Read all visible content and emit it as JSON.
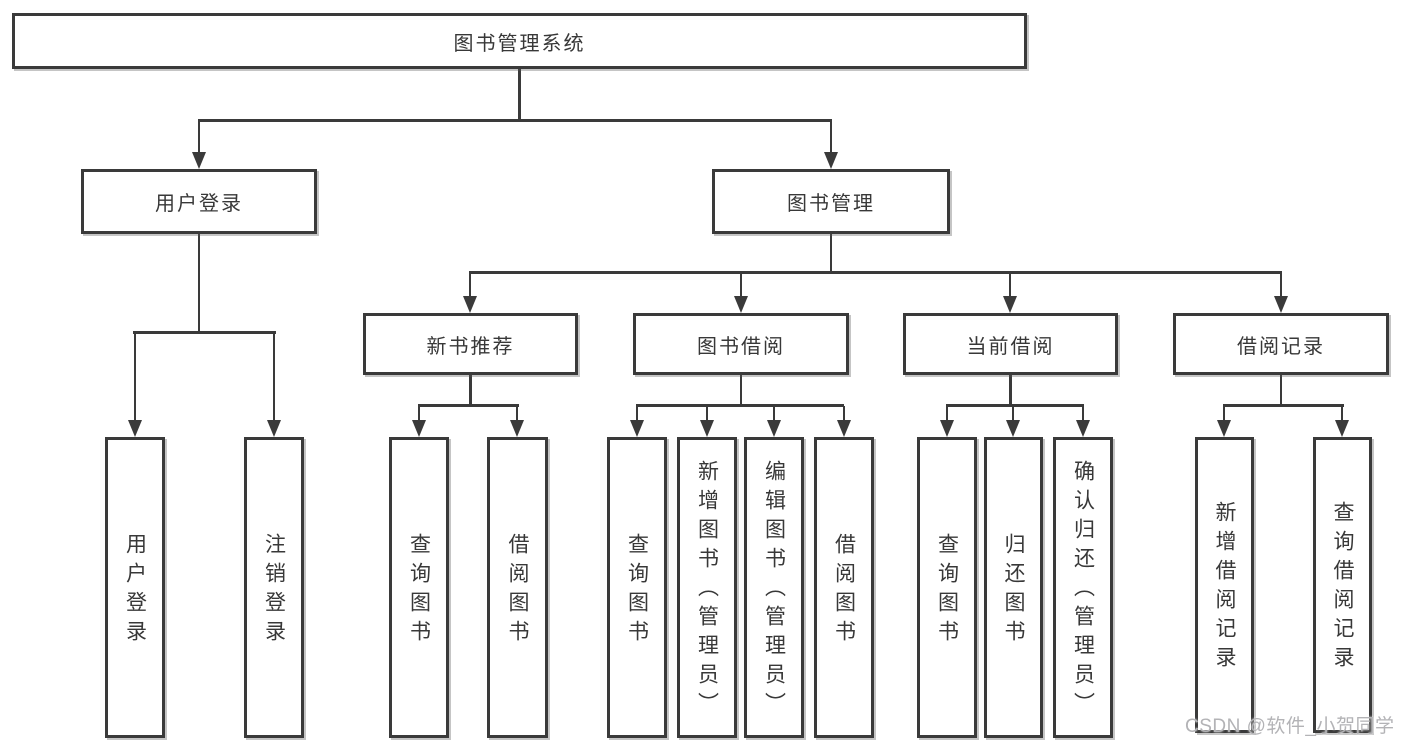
{
  "root": {
    "label": "图书管理系统"
  },
  "user_branch": {
    "label": "用户登录",
    "children": [
      {
        "label": "用户登录"
      },
      {
        "label": "注销登录"
      }
    ]
  },
  "book_branch": {
    "label": "图书管理",
    "sections": [
      {
        "label": "新书推荐",
        "children": [
          {
            "label": "查询图书"
          },
          {
            "label": "借阅图书"
          }
        ]
      },
      {
        "label": "图书借阅",
        "children": [
          {
            "label": "查询图书"
          },
          {
            "label": "新增图书（管理员）"
          },
          {
            "label": "编辑图书（管理员）"
          },
          {
            "label": "借阅图书"
          }
        ]
      },
      {
        "label": "当前借阅",
        "children": [
          {
            "label": "查询图书"
          },
          {
            "label": "归还图书"
          },
          {
            "label": "确认归还（管理员）"
          }
        ]
      },
      {
        "label": "借阅记录",
        "children": [
          {
            "label": "新增借阅记录"
          },
          {
            "label": "查询借阅记录"
          }
        ]
      }
    ]
  },
  "watermark": {
    "text": "CSDN @软件_小贺同学"
  },
  "colors": {
    "line": "#3a3a3a",
    "text": "#383838",
    "watermark": "#b3b3b6",
    "background": "#ffffff"
  }
}
